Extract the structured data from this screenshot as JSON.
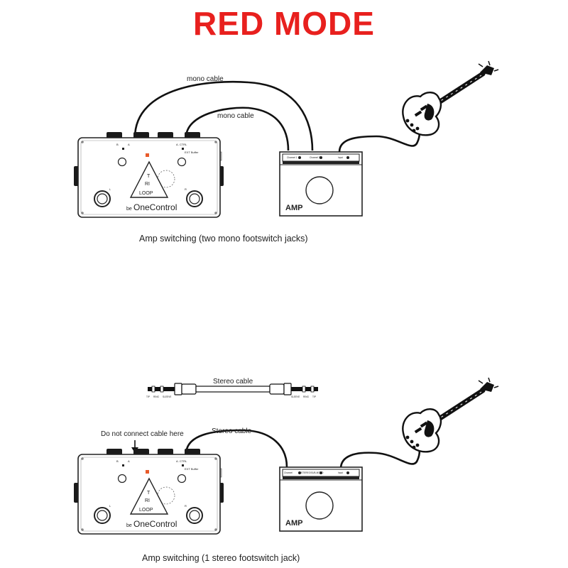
{
  "title": "RED MODE",
  "title_color": "#e8201e",
  "top": {
    "cable_label_outer": "mono cable",
    "cable_label_inner": "mono cable",
    "caption": "Amp switching (two mono footswitch jacks)"
  },
  "bottom": {
    "stereo_cable_label": "Stereo cable",
    "stereo_cable_side_labels": [
      "TIP",
      "RING",
      "SLEEVE"
    ],
    "stereo_cable_side_labels_right": [
      "SLEEVE",
      "RING",
      "TIP"
    ],
    "warning": "Do not connect cable here",
    "cable_label": "Stereo cable",
    "caption": "Amp switching (1 stereo footswitch jack)"
  },
  "pedal": {
    "brand": "OneControl",
    "brand_prefix": "be",
    "logo_letters": [
      "T",
      "RI",
      "LOOP"
    ],
    "footswitch_labels": [
      "L",
      "R"
    ],
    "top_labels": [
      "B",
      "A",
      "A. CTRL"
    ],
    "side_label": "EXT Buffer",
    "led_color": "#e85a2a"
  },
  "amp": {
    "label": "AMP",
    "jack_labels_top": [
      "Channel 1",
      "Channel 2",
      "Input"
    ],
    "jack_labels_bottom": [
      "Channel",
      "STEREO/SUB-MONO",
      "Input"
    ]
  }
}
